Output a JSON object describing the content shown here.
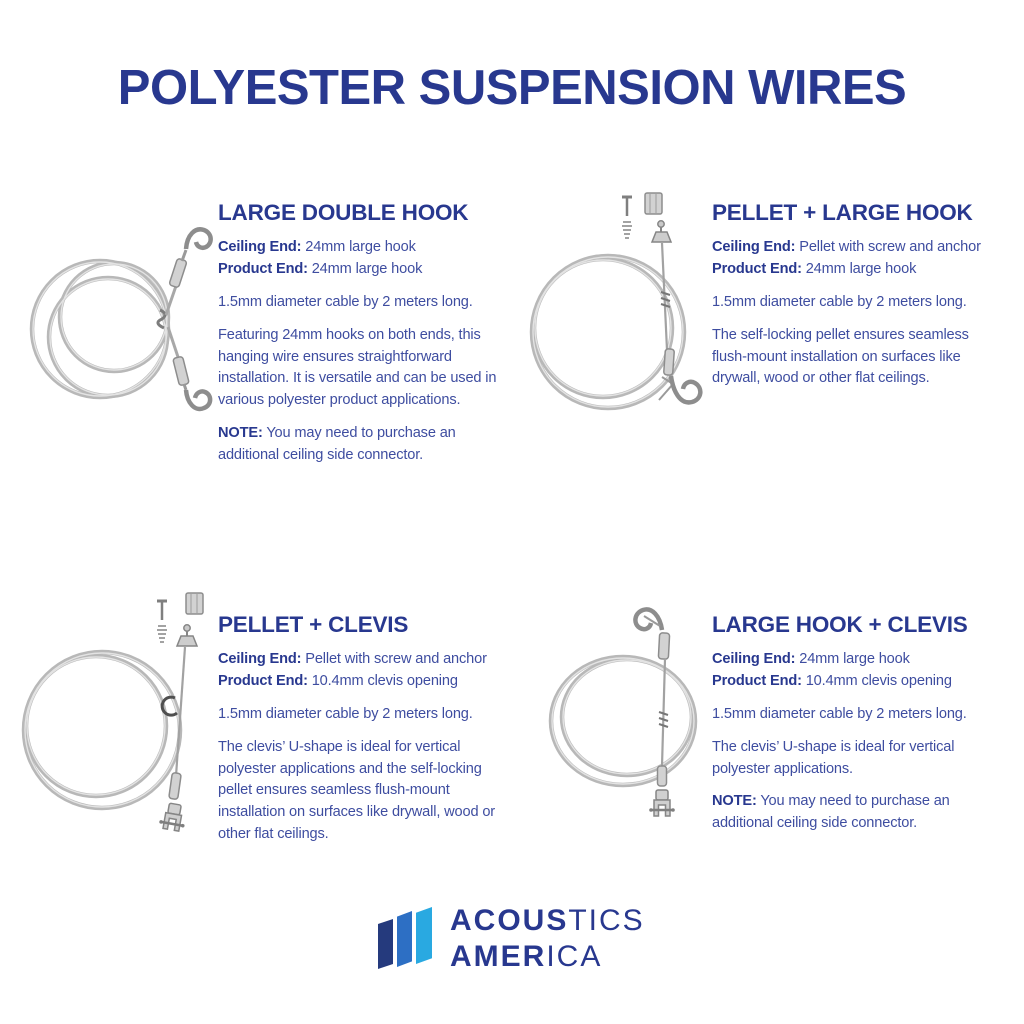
{
  "title": "POLYESTER SUSPENSION WIRES",
  "colors": {
    "heading_blue": "#28388f",
    "body_blue": "#3e4da0",
    "logo_navy": "#253a7d",
    "logo_blue": "#2d6fc4",
    "logo_light_blue": "#29a9e1",
    "illustration_gray": "#b8b8b8"
  },
  "products": [
    {
      "id": "large-double-hook",
      "title": "LARGE DOUBLE HOOK",
      "specs": [
        {
          "label": "Ceiling End:",
          "value": "24mm large hook"
        },
        {
          "label": "Product End:",
          "value": "24mm large hook"
        }
      ],
      "cable": "1.5mm diameter cable by 2 meters long.",
      "description": "Featuring 24mm hooks on both ends, this hanging wire ensures straightforward installation. It is versatile and can be used in various polyester product applications.",
      "note_label": "NOTE:",
      "note": "You may need to purchase an additional ceiling side connector.",
      "illustration": "coiled-cable-with-hook-each-end"
    },
    {
      "id": "pellet-large-hook",
      "title": "PELLET + LARGE HOOK",
      "specs": [
        {
          "label": "Ceiling End:",
          "value": "Pellet with screw and anchor"
        },
        {
          "label": "Product End:",
          "value": "24mm large hook"
        }
      ],
      "cable": "1.5mm diameter cable by 2 meters long.",
      "description": "The self-locking pellet ensures seamless flush-mount installation on surfaces like drywall, wood or other flat ceilings.",
      "illustration": "coiled-cable-with-pellet-screw-anchor-and-large-hook"
    },
    {
      "id": "pellet-clevis",
      "title": "PELLET + CLEVIS",
      "specs": [
        {
          "label": "Ceiling End:",
          "value": "Pellet with screw and anchor"
        },
        {
          "label": "Product End:",
          "value": "10.4mm clevis opening"
        }
      ],
      "cable": "1.5mm diameter cable by 2 meters long.",
      "description": "The clevis’ U-shape is ideal for vertical polyester applications and the self-locking pellet ensures seamless flush-mount installation on surfaces like drywall, wood or other flat ceilings.",
      "illustration": "coiled-cable-with-pellet-and-clevis"
    },
    {
      "id": "large-hook-clevis",
      "title": "LARGE HOOK + CLEVIS",
      "specs": [
        {
          "label": "Ceiling End:",
          "value": "24mm large hook"
        },
        {
          "label": "Product End:",
          "value": "10.4mm clevis opening"
        }
      ],
      "cable": "1.5mm diameter cable by 2 meters long.",
      "description": "The clevis’ U-shape is ideal for vertical polyester applications.",
      "note_label": "NOTE:",
      "note": "You may need to purchase an additional ceiling side connector.",
      "illustration": "coiled-cable-with-large-hook-and-clevis"
    }
  ],
  "logo": {
    "name": "Acoustics America",
    "line1_bold": "ACOUS",
    "line1_light": "TICS",
    "line2_bold": "AMER",
    "line2_light": "ICA"
  }
}
